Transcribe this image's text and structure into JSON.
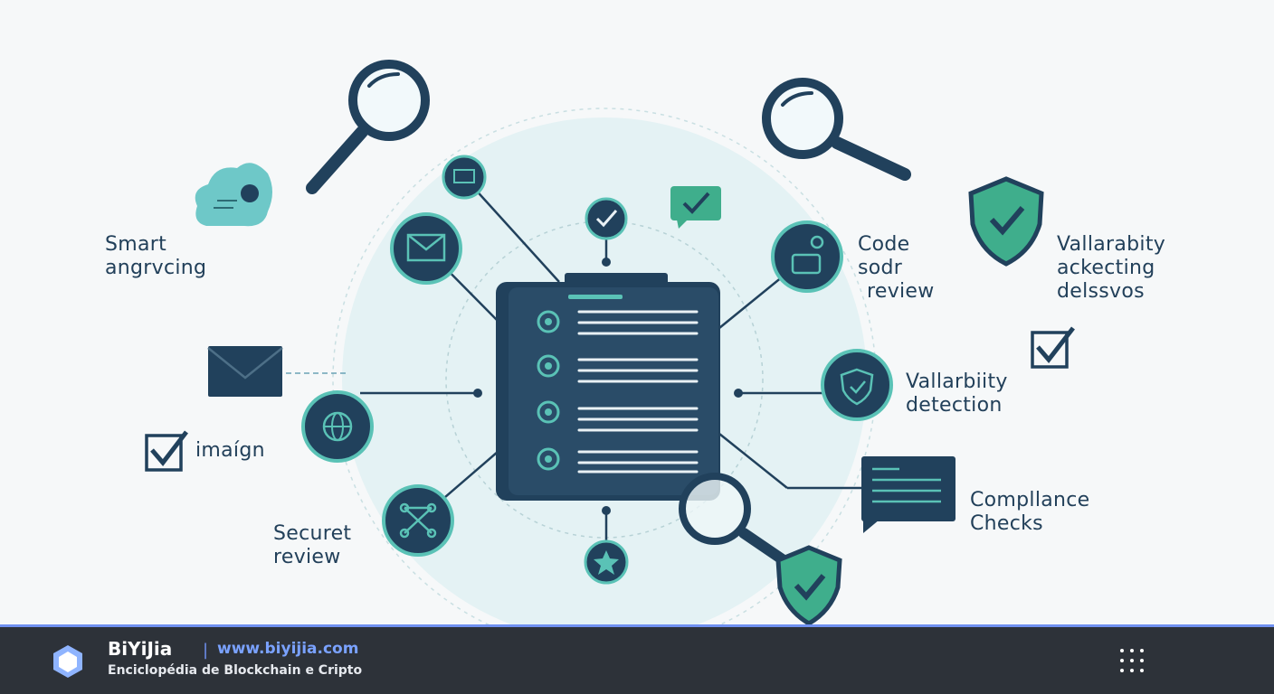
{
  "diagram": {
    "labels": {
      "smart": [
        "Smart",
        "angrvcing"
      ],
      "imaging": [
        "imaígn"
      ],
      "securet": [
        "Securet",
        "review"
      ],
      "code": [
        "Code",
        "sodr",
        "review"
      ],
      "vallarabity_top": [
        "Vallarabity",
        "ackecting",
        "delssvos"
      ],
      "vallarbiity": [
        "Vallarbiity",
        "detection"
      ],
      "compliance": [
        "Compllance",
        "Checks"
      ]
    },
    "icons": [
      "magnifier-icon",
      "shield-check-icon",
      "chat-check-icon",
      "envelope-icon",
      "globe-icon",
      "gear-icon",
      "star-icon",
      "checkbox-icon",
      "document-icon"
    ],
    "colors": {
      "navy": "#21415c",
      "teal": "#5ac2b6",
      "green": "#3fae8c",
      "circle_bg": "#e4f2f4"
    }
  },
  "footer": {
    "brand": "BiYiJia",
    "separator": "|",
    "url": "www.biyijia.com",
    "tagline": "Enciclopédia de Blockchain e Cripto",
    "accent": "#6f90f0"
  }
}
